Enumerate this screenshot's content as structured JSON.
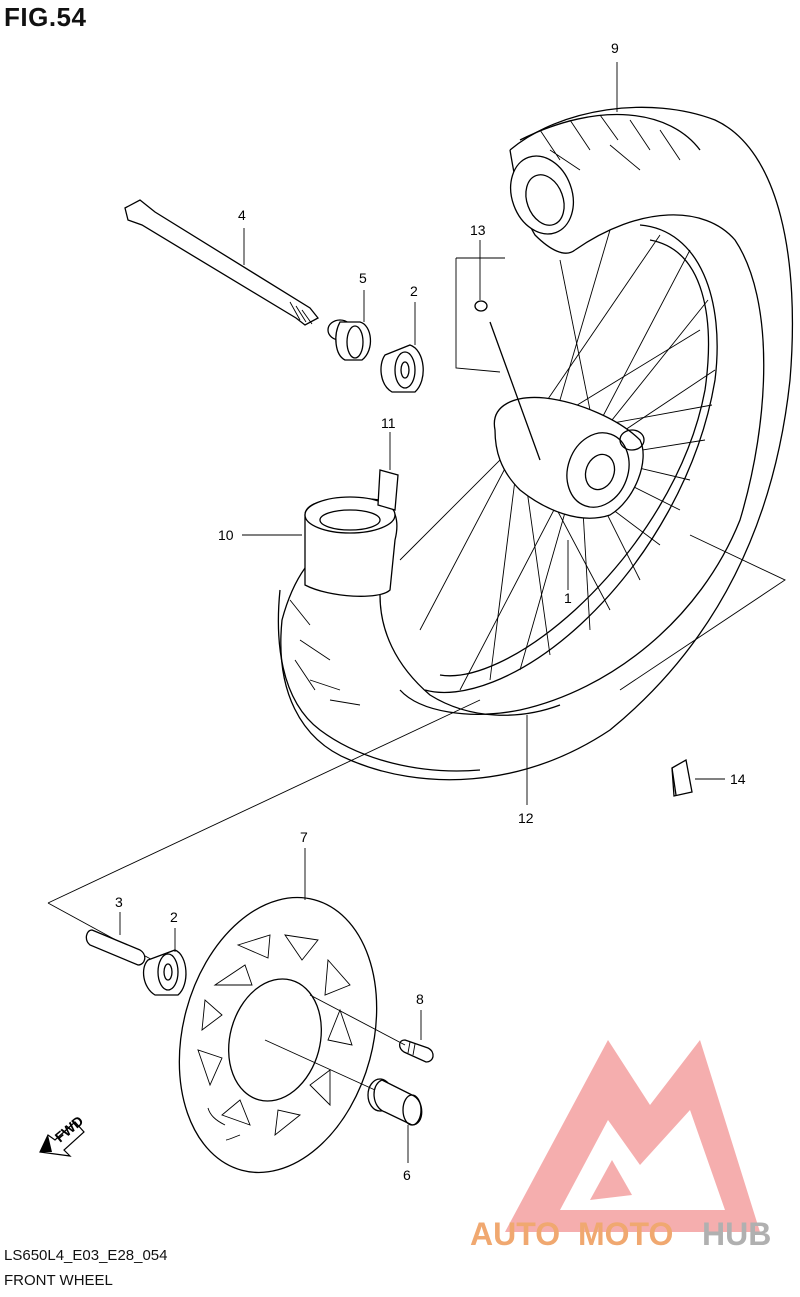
{
  "figure": {
    "title": "FIG.54",
    "model_code": "LS650L4_E03_E28_054",
    "section_name": "FRONT WHEEL"
  },
  "callouts": [
    {
      "id": "c1",
      "number": "1"
    },
    {
      "id": "c2a",
      "number": "2"
    },
    {
      "id": "c2b",
      "number": "2"
    },
    {
      "id": "c3",
      "number": "3"
    },
    {
      "id": "c4",
      "number": "4"
    },
    {
      "id": "c5",
      "number": "5"
    },
    {
      "id": "c6",
      "number": "6"
    },
    {
      "id": "c7",
      "number": "7"
    },
    {
      "id": "c8",
      "number": "8"
    },
    {
      "id": "c9",
      "number": "9"
    },
    {
      "id": "c10",
      "number": "10"
    },
    {
      "id": "c11",
      "number": "11"
    },
    {
      "id": "c12",
      "number": "12"
    },
    {
      "id": "c13",
      "number": "13"
    },
    {
      "id": "c14",
      "number": "14"
    }
  ],
  "fwd_marker": "FWD",
  "watermark": {
    "part1": "AUTO",
    "part2": "MOTO",
    "part3": "HUB",
    "color_primary": "#f0a070",
    "color_secondary": "#b0b0b0",
    "logo_color": "#f08080"
  },
  "colors": {
    "line": "#000000",
    "background": "#ffffff"
  }
}
